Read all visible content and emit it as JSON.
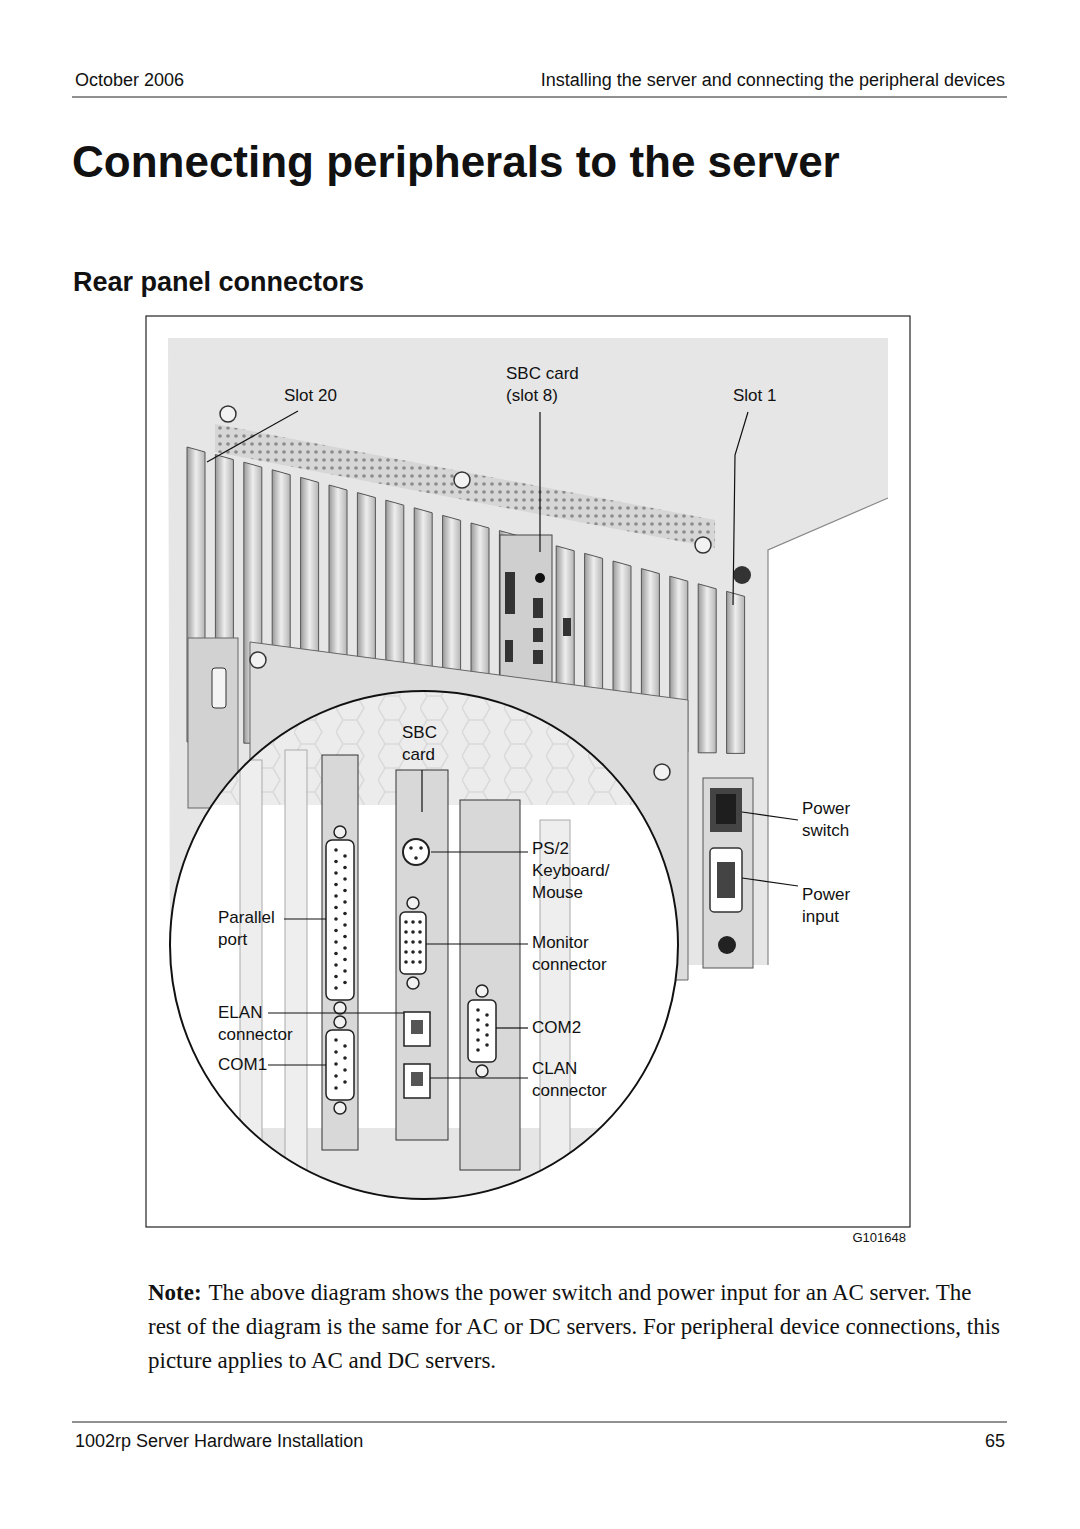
{
  "diagram": {
    "title": "Connecting peripherals to the server",
    "labels": [
      "October 2006",
      "Installing the server and connecting the peripheral devices",
      "Rear panel connectors",
      "Slot 20",
      "SBC card (slot 8)",
      "Slot 1",
      "SBC card",
      "Power switch",
      "PS/2 Keyboard/ Mouse",
      "Power input",
      "Parallel port",
      "Monitor connector",
      "ELAN connector",
      "COM2",
      "COM1",
      "CLAN connector",
      "G101648",
      "Note:",
      "The above diagram shows the power switch and power input for an AC server. The rest of the diagram is the same for AC or DC servers. For peripheral device connections, this picture applies to AC and DC servers.",
      "1002rp Server Hardware Installation",
      "65"
    ]
  }
}
